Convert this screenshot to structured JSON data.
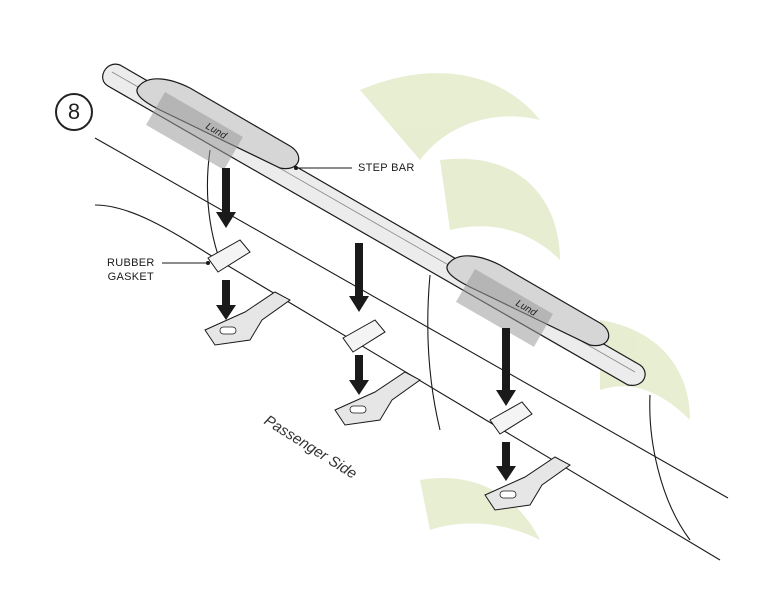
{
  "diagram": {
    "step_number": "8",
    "labels": {
      "step_bar": "STEP BAR",
      "rubber_gasket_line1": "RUBBER",
      "rubber_gasket_line2": "GASKET",
      "passenger_side": "Passenger Side"
    },
    "brand_logo_text": "Lund",
    "colors": {
      "line": "#1a1a1a",
      "bar_fill": "#ececec",
      "bar_shade": "#cfcfcf",
      "watermark": "#e4eccd"
    },
    "icons": [
      "down-arrow-icon",
      "bracket-icon",
      "gasket-icon"
    ]
  }
}
